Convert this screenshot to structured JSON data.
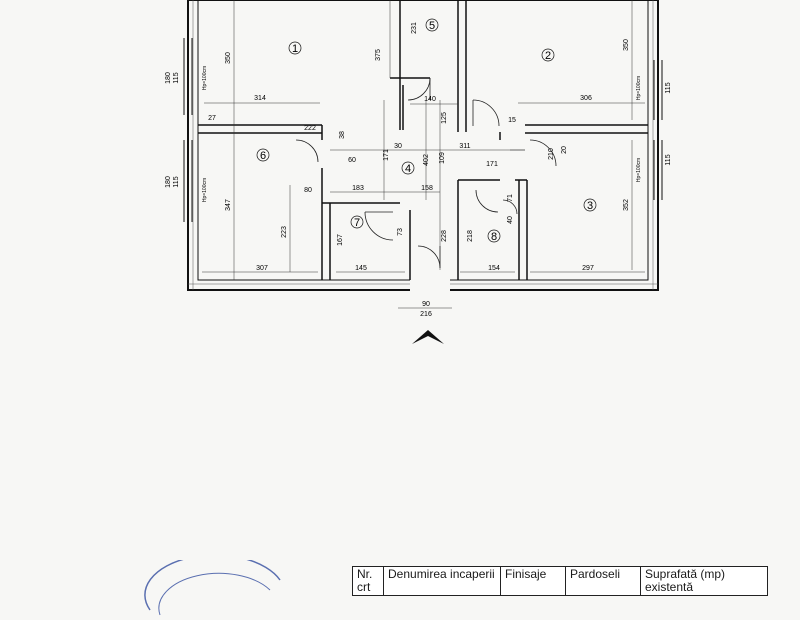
{
  "rooms": [
    "1",
    "2",
    "3",
    "4",
    "5",
    "6",
    "7",
    "8"
  ],
  "dims": {
    "d350a": "350",
    "d375": "375",
    "d314": "314",
    "d350b": "350",
    "d306": "306",
    "d140": "140",
    "d125": "125",
    "d311": "311",
    "d171a": "171",
    "d171b": "171",
    "d183": "183",
    "d158": "158",
    "d402": "402",
    "d347": "347",
    "d223": "223",
    "d307": "307",
    "d145": "145",
    "d154": "154",
    "d297": "297",
    "d352": "352",
    "d231": "231",
    "d210": "210",
    "d222": "222",
    "d80": "80",
    "d90": "90",
    "d216": "216",
    "d180a": "180",
    "d115a": "115",
    "d180b": "180",
    "d115b": "115",
    "d115c": "115",
    "d115d": "115",
    "d218": "218",
    "d228": "228",
    "d167": "167",
    "d109": "109",
    "d60": "60",
    "d30": "30",
    "d38": "38",
    "d40": "40",
    "d71": "71",
    "d73": "73",
    "d15": "15",
    "d20": "20",
    "d27": "27"
  },
  "hp_label": "Hp=100cm",
  "table": {
    "h1": "Nr. crt",
    "h2": "Denumirea incaperii",
    "h3": "Finisaje",
    "h4": "Pardoseli",
    "h5": "Suprafată (mp) existentă"
  }
}
